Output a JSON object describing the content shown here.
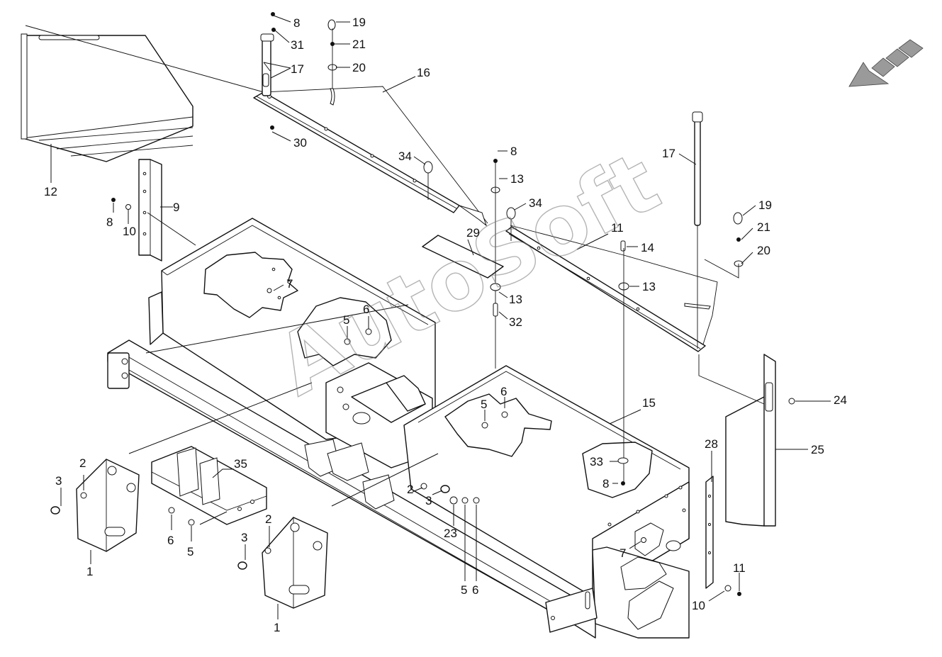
{
  "watermark": "AutoSoft",
  "callouts": [
    {
      "id": "c8a",
      "label": "8"
    },
    {
      "id": "c31",
      "label": "31"
    },
    {
      "id": "c17a",
      "label": "17"
    },
    {
      "id": "c19a",
      "label": "19"
    },
    {
      "id": "c21a",
      "label": "21"
    },
    {
      "id": "c20a",
      "label": "20"
    },
    {
      "id": "c16",
      "label": "16"
    },
    {
      "id": "c30",
      "label": "30"
    },
    {
      "id": "c12",
      "label": "12"
    },
    {
      "id": "c9",
      "label": "9"
    },
    {
      "id": "c8b",
      "label": "8"
    },
    {
      "id": "c10a",
      "label": "10"
    },
    {
      "id": "c34a",
      "label": "34"
    },
    {
      "id": "c8c",
      "label": "8"
    },
    {
      "id": "c13a",
      "label": "13"
    },
    {
      "id": "c34b",
      "label": "34"
    },
    {
      "id": "c29",
      "label": "29"
    },
    {
      "id": "c11a",
      "label": "11"
    },
    {
      "id": "c14",
      "label": "14"
    },
    {
      "id": "c13b",
      "label": "13"
    },
    {
      "id": "c13c",
      "label": "13"
    },
    {
      "id": "c32",
      "label": "32"
    },
    {
      "id": "c17b",
      "label": "17"
    },
    {
      "id": "c19b",
      "label": "19"
    },
    {
      "id": "c21b",
      "label": "21"
    },
    {
      "id": "c20b",
      "label": "20"
    },
    {
      "id": "c7a",
      "label": "7"
    },
    {
      "id": "c6a",
      "label": "6"
    },
    {
      "id": "c5a",
      "label": "5"
    },
    {
      "id": "c15",
      "label": "15"
    },
    {
      "id": "c6b",
      "label": "6"
    },
    {
      "id": "c5b",
      "label": "5"
    },
    {
      "id": "c24",
      "label": "24"
    },
    {
      "id": "c25",
      "label": "25"
    },
    {
      "id": "c28",
      "label": "28"
    },
    {
      "id": "c33",
      "label": "33"
    },
    {
      "id": "c8d",
      "label": "8"
    },
    {
      "id": "c35",
      "label": "35"
    },
    {
      "id": "c2a",
      "label": "2"
    },
    {
      "id": "c3a",
      "label": "3"
    },
    {
      "id": "c1a",
      "label": "1"
    },
    {
      "id": "c6c",
      "label": "6"
    },
    {
      "id": "c5c",
      "label": "5"
    },
    {
      "id": "c2b",
      "label": "2"
    },
    {
      "id": "c3b",
      "label": "3"
    },
    {
      "id": "c1b",
      "label": "1"
    },
    {
      "id": "c2c",
      "label": "2"
    },
    {
      "id": "c3c",
      "label": "3"
    },
    {
      "id": "c23",
      "label": "23"
    },
    {
      "id": "c5d",
      "label": "5"
    },
    {
      "id": "c6d",
      "label": "6"
    },
    {
      "id": "c7b",
      "label": "7"
    },
    {
      "id": "c11b",
      "label": "11"
    },
    {
      "id": "c10b",
      "label": "10"
    }
  ]
}
